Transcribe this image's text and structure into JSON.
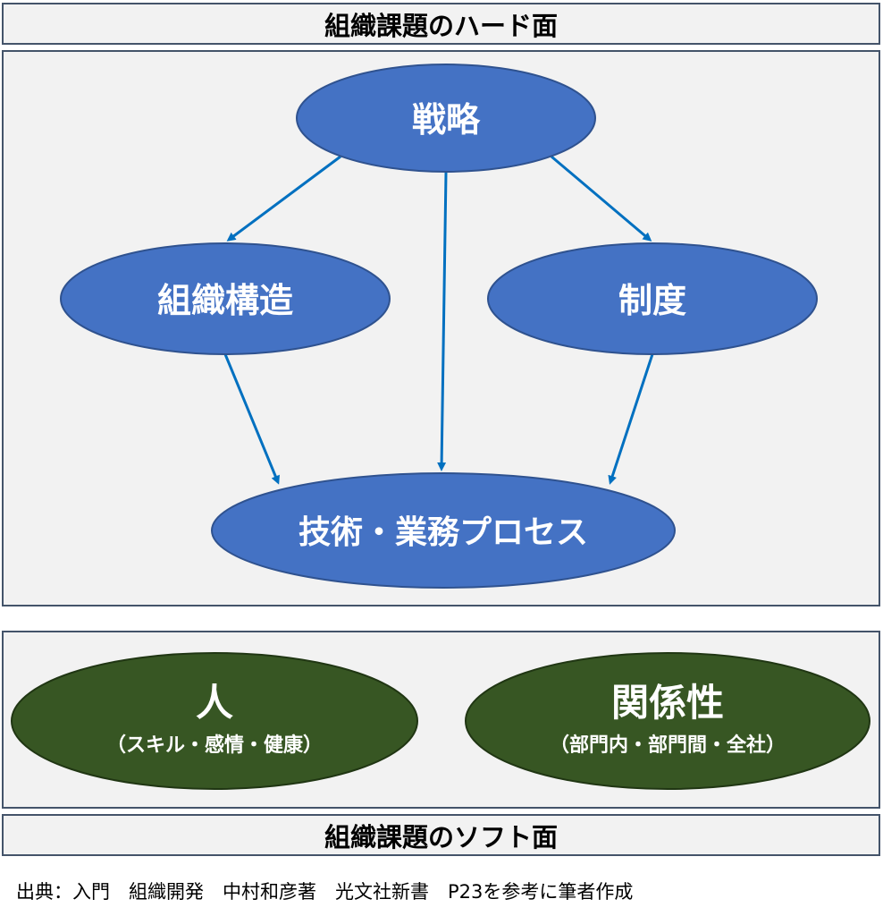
{
  "hard_title": "組織課題のハード面",
  "soft_title": "組織課題のソフト面",
  "hard_nodes": {
    "strategy": "戦略",
    "structure": "組織構造",
    "system": "制度",
    "process": "技術・業務プロセス"
  },
  "soft_nodes": {
    "people_title": "人",
    "people_sub": "（スキル・感情・健康）",
    "relation_title": "関係性",
    "relation_sub": "（部門内・部門間・全社）"
  },
  "source": "出典：入門　組織開発　中村和彦著　光文社新書　P23を参考に筆者作成",
  "colors": {
    "hard_fill": "#4472c4",
    "hard_stroke": "#2f528f",
    "soft_fill": "#375623",
    "soft_stroke": "#203613",
    "arrow": "#0070c0"
  }
}
